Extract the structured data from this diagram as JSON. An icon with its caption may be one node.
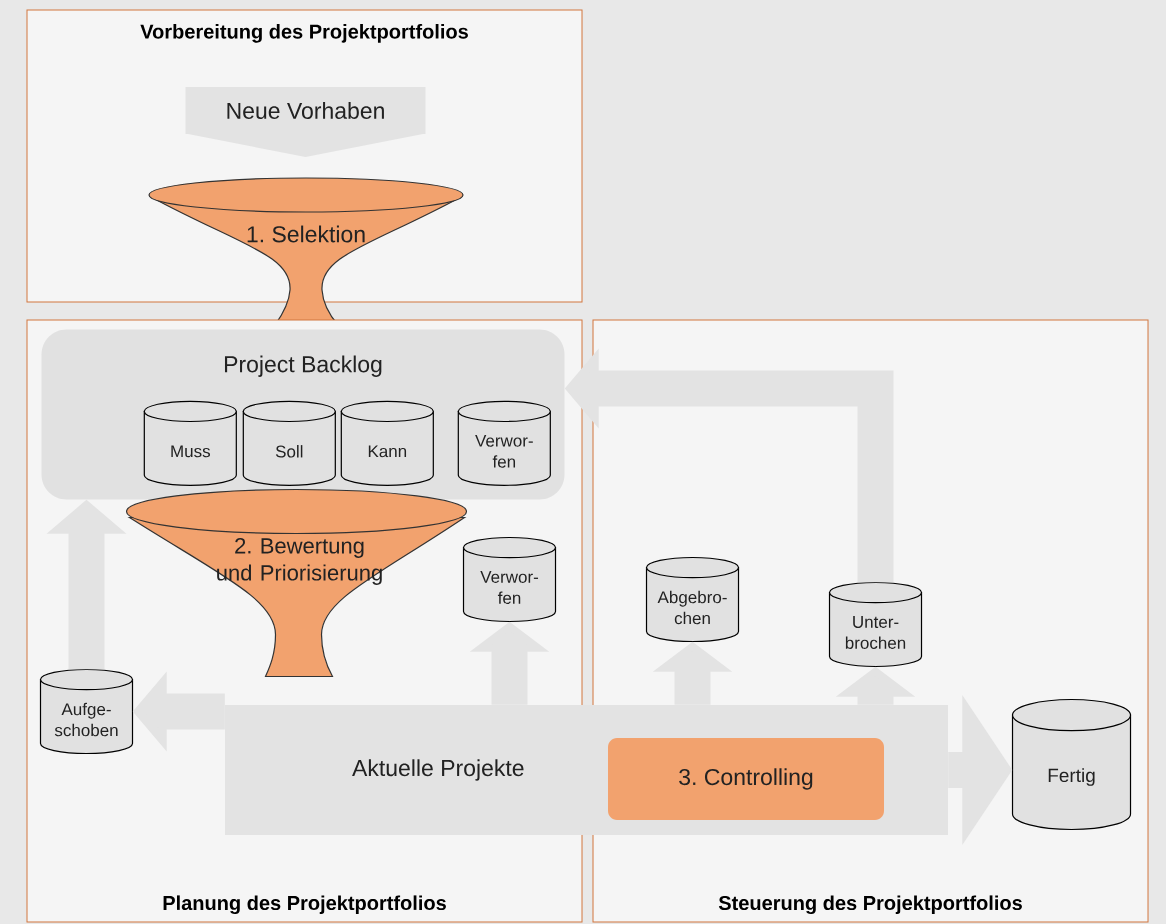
{
  "diagram": {
    "nodes": [
      {
        "text": [
          "Vorbereitung des Projektportfolios"
        ]
      },
      {
        "text": [
          "Neue Vorhaben"
        ],
        "in": 0
      },
      {
        "text": [
          "1. Selektion"
        ]
      },
      {
        "text": [
          "Planung des Projektportfolios"
        ]
      },
      {
        "text": [
          "Steuerung des Projektportfolios"
        ]
      },
      {
        "text": [
          "Project Backlog"
        ],
        "in": 3
      },
      {
        "text": [
          "Muss"
        ],
        "in": 5
      },
      {
        "text": [
          "Soll"
        ],
        "in": 5
      },
      {
        "text": [
          "Kann"
        ],
        "in": 5
      },
      {
        "text": [
          "Verwor-fen"
        ],
        "in": 5
      },
      {
        "text": [
          "2. Bewertung und Priorisierung"
        ],
        "in": 3
      },
      {
        "text": [
          "Verwor-fen"
        ],
        "in": 3
      },
      {
        "text": [
          "Aufge-schoben"
        ],
        "in": 3
      },
      {
        "text": [
          "Aktuelle Projekte"
        ]
      },
      {
        "text": [
          "3. Controlling"
        ]
      },
      {
        "text": [
          "Abgebro-chen"
        ],
        "in": 4
      },
      {
        "text": [
          "Unter-brochen"
        ],
        "in": 4
      },
      {
        "text": [
          "Fertig"
        ],
        "in": 4
      }
    ],
    "edges": [
      {
        "from": 13,
        "to": 12,
        "arrow": "to"
      },
      {
        "from": 13,
        "to": 11,
        "arrow": "to"
      },
      {
        "from": 13,
        "to": 15,
        "arrow": "to"
      },
      {
        "from": 13,
        "to": 16,
        "arrow": "to"
      },
      {
        "from": 13,
        "to": 17,
        "arrow": "to"
      },
      {
        "from": 12,
        "to": 5,
        "arrow": "to"
      },
      {
        "from": 16,
        "to": 5,
        "arrow": "to"
      }
    ]
  }
}
